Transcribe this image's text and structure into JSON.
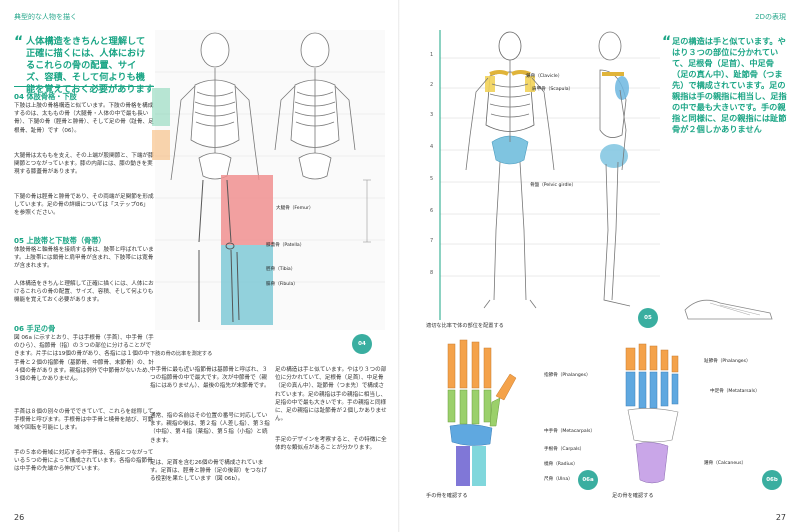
{
  "left": {
    "header": "典型的な人物を描く",
    "quote": "人体構造をきちんと理解して正確に描くには、人体におけるこれらの骨の配置、サイズ、容積、そして何よりも機能を覚えておく必要があります",
    "sec04": {
      "title": "04 体肢骨格・下肢",
      "p1": "下肢は上肢の骨格構造と似ています。下肢の骨格を構成するのは、太ももの骨（大腿骨・人体の中で最も長い骨）、下腿の骨（脛骨と腓骨）、そして足の骨（趾骨、足根骨、趾骨）です（06）。",
      "p2": "大腿骨は太ももを支え、その上端が股関節と、下端が膝関節とつながっています。膝の内部には、膝の動きを実現する膝蓋骨があります。",
      "p3": "下腿の骨は脛骨と腓骨であり、その両端が足関節を形成しています。足の骨の詳細については「ステップ06」を参照ください。"
    },
    "sec05": {
      "title": "05 上肢帯と下肢帯（骨帯）",
      "p1": "体肢骨格と軸骨格を接続する骨は、肢帯と呼ばれています。上肢帯には鎖骨と肩甲骨が含まれ、下肢帯には寛骨が含まれます。",
      "p2": "人体構造をきちんと理解して正確に描くには、人体におけるこれらの骨の配置、サイズ、容積、そして何よりも機能を覚えておく必要があります。"
    },
    "sec06": {
      "title": "06 手足の骨",
      "p1": "図 06a に示すとおり、手は手根骨（手首）、中手骨（手のひら）、指節骨（指）の３つの部位に分けることができます。片手には19個の骨があり、各指には１個の中手骨と２個の指節骨（基節骨、中節骨、末節骨）の、計４個の骨があります。親指は例外で中節骨がないため、３個の骨しかありません。",
      "p2": "手首は８個の別々の骨でできていて、これらを総称して手根骨と呼びます。手根骨は中手骨と橈骨を結び、可動域や回転を可能にします。",
      "p3": "手の５本の骨域に対応する中手骨は、各指とつながっている５つの骨によって構成されています。各指の指節骨は中手骨の先端から伸びています。"
    },
    "figure_caption": "下肢の骨の比率を測定する",
    "figure_badge": "04",
    "labels": {
      "femur": "大腿骨（Femur）",
      "patella": "膝蓋骨（Patella）",
      "tibia": "脛骨（Tibia）",
      "fibula": "腓骨（Fibula）"
    },
    "col2": {
      "p1": "中手骨に最も近い指節骨は基節骨と呼ばれ、３つの指節骨の中で最大です。次が中節骨で（親指にはありません）、最後の指先が末節骨です。",
      "p2": "通常、指の名前はその位置の番号に対応しています。親指の後は、第２指（人差し指）、第３指（中指）、第４指（薬指）、第５指（小指）と続きます。",
      "p3": "足は、足首を含む26個の骨で構成されています。足首は、脛骨と腓骨（足の後部）をつなげる役割を果たしています（図 06b）。"
    },
    "page_number": "26"
  },
  "right": {
    "header": "2Dの表現",
    "quote": "足の構造は手と似ています。やはり３つの部位に分かれていて、足根骨（足首）、中足骨（足の真ん中）、趾節骨（つま先）で構成されています。足の親指は手の親指に相当し、足指の中で最も大きいです。手の親指と同様に、足の親指には趾節骨が２個しかありません",
    "col1": {
      "p1": "足の構造は手と似ています。やはり３つの部位に分かれていて、足根骨（足首）、中足骨（足の真ん中）、趾節骨（つま先）で構成されています。足の親指は手の親指に相当し、足指の中で最も大きいです。手の親指と同様に、足の親指には趾節骨が２個しかありません。",
      "p2": "手足のデザインを考察すると、その特徴に全体的な類似点があることが分かります。"
    },
    "skeleton_labels": {
      "clavicle": "鎖骨（Clavicle）",
      "scapula": "肩甲骨（Scapula）",
      "pelvic": "骨盤（Pelvic girdle）"
    },
    "row_numbers": [
      "1",
      "2",
      "3",
      "4",
      "5",
      "6",
      "7",
      "8"
    ],
    "skeleton_caption": "適切な比率で体の部位を配置する",
    "skeleton_badge": "05",
    "hand_labels": {
      "phalanges": "指節骨（Phalanges）",
      "metacarpals": "中手骨（Metacarpals）",
      "carpals": "手根骨（Carpals）",
      "radius": "橈骨（Radius）",
      "ulna": "尺骨（Ulna）"
    },
    "hand_caption": "手の骨を確認する",
    "hand_badge": "06a",
    "foot_labels": {
      "phalanges": "趾節骨（Phalanges）",
      "metatarsals": "中足骨（Metatarsals）",
      "calcaneus": "踵骨（Calcaneus）"
    },
    "foot_caption": "足の骨を確認する",
    "foot_badge": "06b",
    "page_number": "27"
  },
  "colors": {
    "accent": "#1aa585",
    "femur": "#f08f8f",
    "tibia": "#7fc9d6",
    "clavicle": "#f2d35a",
    "scapula": "#6db7e0",
    "pelvis": "#7fc4e0",
    "phalanges": "#f4a24a",
    "metacarpals": "#9bd06b",
    "carpals": "#5fa8e0"
  }
}
